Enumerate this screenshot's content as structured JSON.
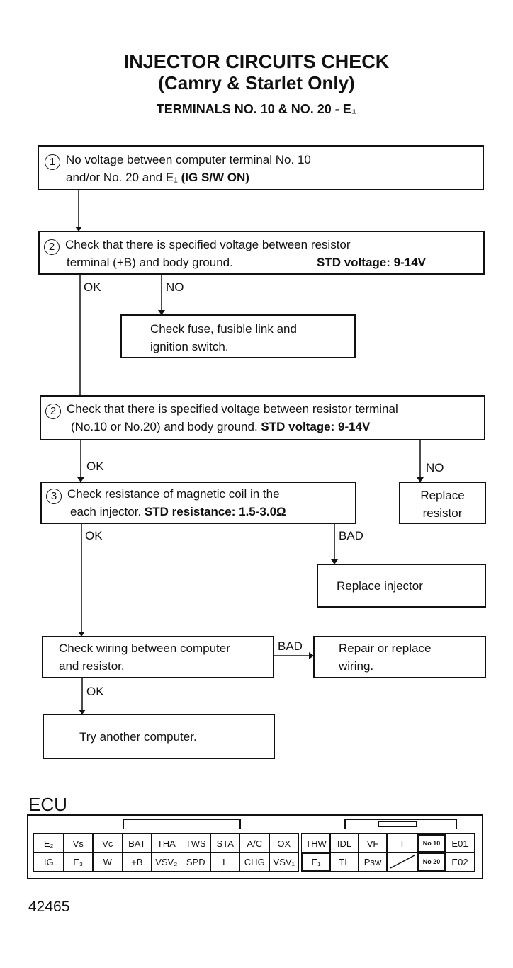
{
  "title": {
    "line1": "INJECTOR CIRCUITS CHECK",
    "line2": "(Camry & Starlet Only)",
    "line3": "TERMINALS NO. 10 & NO. 20 - E₁"
  },
  "boxes": {
    "box1": {
      "num": "1",
      "line1": "No voltage between computer terminal No. 10",
      "line2a": "and/or No. 20 and E₁ ",
      "line2b": "(IG S/W ON)"
    },
    "box2": {
      "num": "2",
      "line1": "Check that there is specified voltage between resistor",
      "line2a": "terminal (+B) and body ground.",
      "line2b": "STD voltage: 9-14V"
    },
    "box_fuse": {
      "line1": "Check fuse, fusible link and",
      "line2": "ignition switch."
    },
    "box3": {
      "num": "2",
      "line1": "Check that there is specified voltage between resistor terminal",
      "line2a": "(No.10 or No.20) and body ground. ",
      "line2b": "STD voltage: 9-14V"
    },
    "box4": {
      "num": "3",
      "line1": "Check resistance of magnetic coil in the",
      "line2a": "each injector. ",
      "line2b": "STD resistance: 1.5-3.0Ω"
    },
    "box_resistor": {
      "line1": "Replace",
      "line2": "resistor"
    },
    "box_injector": {
      "line1": "Replace injector"
    },
    "box_wiring": {
      "line1": "Check wiring between computer",
      "line2": "and resistor."
    },
    "box_repair": {
      "line1": "Repair or replace",
      "line2": "wiring."
    },
    "box_computer": {
      "line1": "Try another computer."
    }
  },
  "labels": {
    "ok": "OK",
    "no": "NO",
    "bad": "BAD"
  },
  "ecu": {
    "title": "ECU",
    "left_top": [
      "E₂",
      "Vs",
      "Vc",
      "BAT",
      "THA",
      "TWS",
      "STA",
      "A/C",
      "OX"
    ],
    "left_bottom": [
      "IG",
      "E₃",
      "W",
      "+B",
      "VSV₂",
      "SPD",
      "L",
      "CHG",
      "VSV₁"
    ],
    "right_top": [
      "THW",
      "IDL",
      "VF",
      "T",
      "No 10",
      "E01"
    ],
    "right_bottom": [
      "E₁",
      "TL",
      "Psw",
      "",
      "No 20",
      "E02"
    ]
  },
  "figure_number": "42465"
}
